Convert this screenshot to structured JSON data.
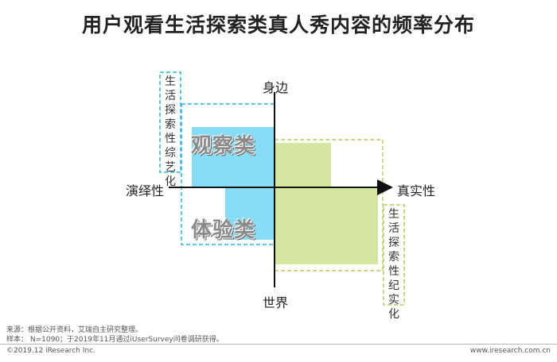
{
  "title": "用户观看生活探索类真人秀内容的频率分布",
  "axes": {
    "top": "身边",
    "bottom": "世界",
    "left": "演绎性",
    "right": "真实性"
  },
  "categories": {
    "variety": "生活探索性综艺化",
    "documentary": "生活探索性纪实化",
    "observe": "观察类",
    "experience": "体验类"
  },
  "colors": {
    "blue_fill": "#87dcf7",
    "blue_border": "#29b6e4",
    "green_fill": "#d4e6a0",
    "green_border": "#b5d05a",
    "axis": "#111111"
  },
  "footer": {
    "source": "来源：根据公开资料，艾瑞自主研究整理。",
    "sample": "样本： N=1090；于2019年11月通过iUserSurvey问卷调研获得。",
    "copyright": "©2019.12 iResearch Inc.",
    "site": "www.iresearch.com.cn"
  }
}
